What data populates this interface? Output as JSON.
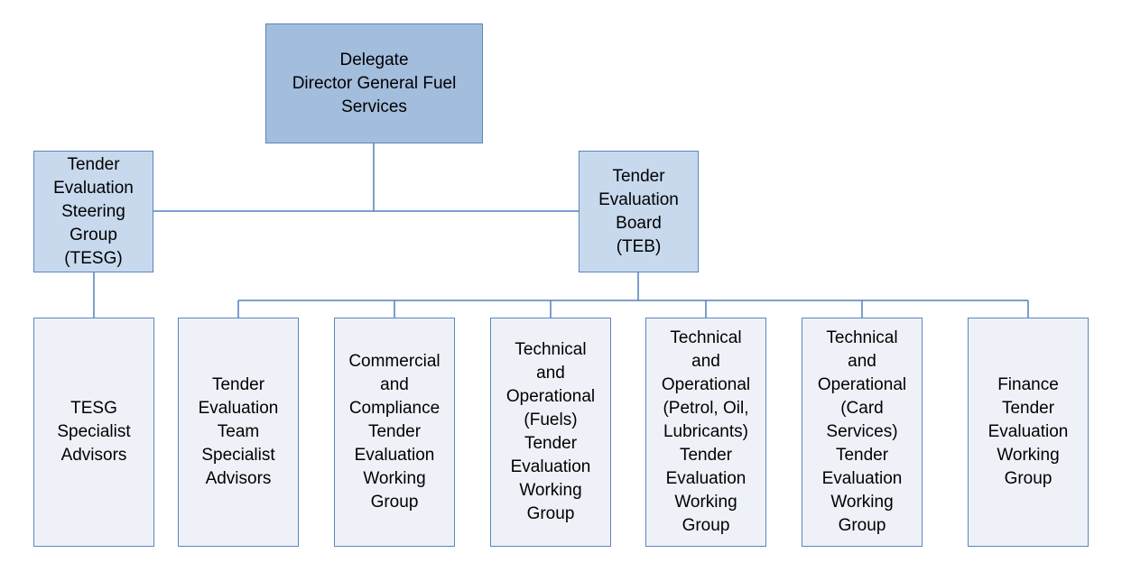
{
  "colors": {
    "top_fill": "#a3bddd",
    "mid_fill": "#c8d9ee",
    "leaf_fill": "#eef2f8",
    "border": "#5b86bd",
    "connector": "#4f81bd"
  },
  "nodes": {
    "delegate": {
      "lines": [
        "Delegate",
        "Director General Fuel",
        "Services"
      ]
    },
    "tesg": {
      "lines": [
        "Tender",
        "Evaluation",
        "Steering",
        "Group",
        "(TESG)"
      ]
    },
    "teb": {
      "lines": [
        "Tender",
        "Evaluation",
        "Board",
        "(TEB)"
      ]
    },
    "tesg_advisors": {
      "lines": [
        "TESG",
        "Specialist",
        "Advisors"
      ]
    },
    "team_advisors": {
      "lines": [
        "Tender",
        "Evaluation",
        "Team",
        "Specialist",
        "Advisors"
      ]
    },
    "commercial": {
      "lines": [
        "Commercial",
        "and",
        "Compliance",
        "Tender",
        "Evaluation",
        "Working",
        "Group"
      ]
    },
    "fuels": {
      "lines": [
        "Technical",
        "and",
        "Operational",
        "(Fuels)",
        "Tender",
        "Evaluation",
        "Working",
        "Group"
      ]
    },
    "pol": {
      "lines": [
        "Technical",
        "and",
        "Operational",
        "(Petrol, Oil,",
        "Lubricants)",
        "Tender",
        "Evaluation",
        "Working",
        "Group"
      ]
    },
    "card": {
      "lines": [
        "Technical",
        "and",
        "Operational",
        "(Card",
        "Services)",
        "Tender",
        "Evaluation",
        "Working",
        "Group"
      ]
    },
    "finance": {
      "lines": [
        "Finance",
        "Tender",
        "Evaluation",
        "Working",
        "Group"
      ]
    }
  }
}
